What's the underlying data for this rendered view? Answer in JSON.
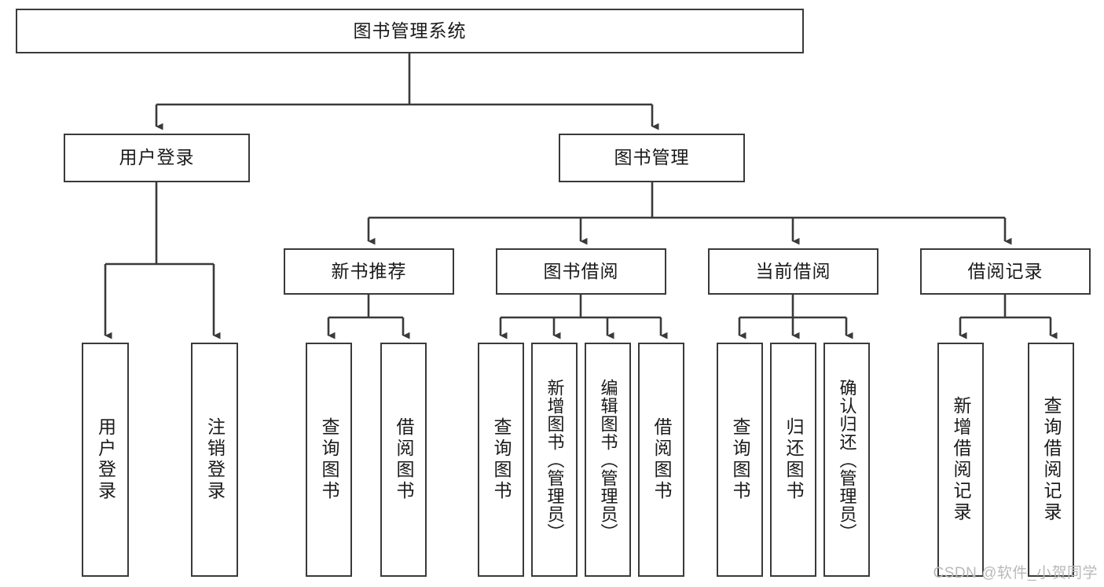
{
  "diagram": {
    "title": "图书管理系统",
    "type": "tree-hierarchy",
    "root": {
      "label": "图书管理系统"
    },
    "level2": [
      {
        "label": "用户登录"
      },
      {
        "label": "图书管理"
      }
    ],
    "level3": [
      {
        "label": "新书推荐"
      },
      {
        "label": "图书借阅"
      },
      {
        "label": "当前借阅"
      },
      {
        "label": "借阅记录"
      }
    ],
    "leaves": {
      "user_login": [
        {
          "label": "用户登录"
        },
        {
          "label": "注销登录"
        }
      ],
      "new_book": [
        {
          "label": "查询图书"
        },
        {
          "label": "借阅图书"
        }
      ],
      "book_borrow": [
        {
          "label": "查询图书"
        },
        {
          "label": "新增图书（管理员）"
        },
        {
          "label": "编辑图书（管理员）"
        },
        {
          "label": "借阅图书"
        }
      ],
      "current_borrow": [
        {
          "label": "查询图书"
        },
        {
          "label": "归还图书"
        },
        {
          "label": "确认归还（管理员）"
        }
      ],
      "borrow_record": [
        {
          "label": "新增借阅记录"
        },
        {
          "label": "查询借阅记录"
        }
      ]
    }
  },
  "watermark": {
    "text": "CSDN @软件_小贺同学"
  },
  "colors": {
    "border": "#3a3a3a",
    "background": "#ffffff",
    "text": "#1a1a1a",
    "watermark": "#b9b9b9"
  }
}
